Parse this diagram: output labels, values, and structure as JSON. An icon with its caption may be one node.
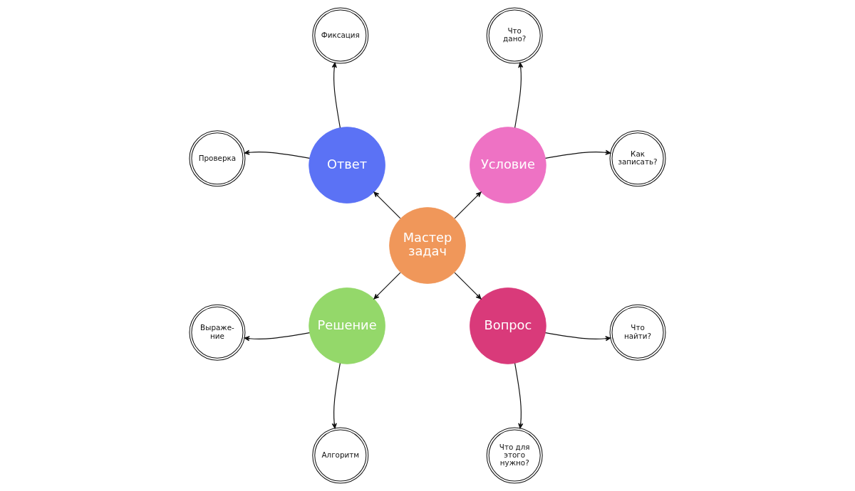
{
  "diagram": {
    "nodes": [
      {
        "text": [
          "Мастер задач"
        ]
      },
      {
        "text": [
          "Ответ"
        ]
      },
      {
        "text": [
          "Фиксация"
        ]
      },
      {
        "text": [
          "Проверка"
        ]
      },
      {
        "text": [
          "Условие"
        ]
      },
      {
        "text": [
          "Что дано?"
        ]
      },
      {
        "text": [
          "Как записать?"
        ]
      },
      {
        "text": [
          "Вопрос"
        ]
      },
      {
        "text": [
          "Что найти?"
        ]
      },
      {
        "text": [
          "Что для этого нужно?"
        ]
      },
      {
        "text": [
          "Решение"
        ]
      },
      {
        "text": [
          "Выраже- ние"
        ]
      },
      {
        "text": [
          "Алгоритм"
        ]
      }
    ],
    "edges": [
      {
        "from": 0,
        "to": 1,
        "arrow": "to"
      },
      {
        "from": 1,
        "to": 2,
        "arrow": "to"
      },
      {
        "from": 1,
        "to": 3,
        "arrow": "to"
      },
      {
        "from": 0,
        "to": 4,
        "arrow": "to"
      },
      {
        "from": 4,
        "to": 5,
        "arrow": "to"
      },
      {
        "from": 4,
        "to": 6,
        "arrow": "to"
      },
      {
        "from": 0,
        "to": 7,
        "arrow": "to"
      },
      {
        "from": 7,
        "to": 8,
        "arrow": "to"
      },
      {
        "from": 7,
        "to": 9,
        "arrow": "to"
      },
      {
        "from": 0,
        "to": 10,
        "arrow": "to"
      },
      {
        "from": 10,
        "to": 11,
        "arrow": "to"
      },
      {
        "from": 10,
        "to": 12,
        "arrow": "to"
      }
    ]
  }
}
